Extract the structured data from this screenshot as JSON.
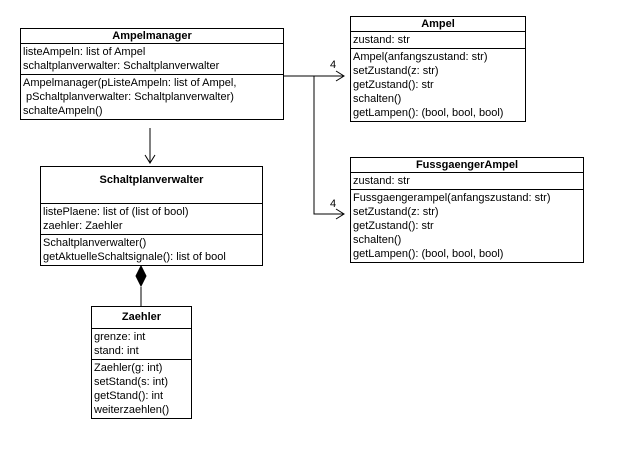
{
  "classes": {
    "ampelmanager": {
      "name": "Ampelmanager",
      "attributes": [
        "listeAmpeln: list of Ampel",
        "schaltplanverwalter: Schaltplanverwalter"
      ],
      "methods": [
        "Ampelmanager(pListeAmpeln: list of Ampel,",
        " pSchaltplanverwalter: Schaltplanverwalter)",
        "schalteAmpeln()"
      ]
    },
    "ampel": {
      "name": "Ampel",
      "attributes": [
        "zustand: str"
      ],
      "methods": [
        "Ampel(anfangszustand: str)",
        "setZustand(z: str)",
        "getZustand(): str",
        "schalten()",
        "getLampen(): (bool, bool, bool)"
      ]
    },
    "fussgaengerampel": {
      "name": "FussgaengerAmpel",
      "attributes": [
        "zustand: str"
      ],
      "methods": [
        "Fussgaengerampel(anfangszustand: str)",
        "setZustand(z: str)",
        "getZustand(): str",
        "schalten()",
        "getLampen(): (bool, bool, bool)"
      ]
    },
    "schaltplanverwalter": {
      "name": "Schaltplanverwalter",
      "attributes": [
        "listePlaene: list of (list of bool)",
        "zaehler: Zaehler"
      ],
      "methods": [
        "Schaltplanverwalter()",
        "getAktuelleSchaltsignale(): list of bool"
      ]
    },
    "zaehler": {
      "name": "Zaehler",
      "attributes": [
        "grenze: int",
        "stand: int"
      ],
      "methods": [
        "Zaehler(g: int)",
        "setStand(s: int)",
        "getStand(): int",
        "weiterzaehlen()"
      ]
    }
  },
  "multiplicities": {
    "to_ampel": "4",
    "to_fussgaengerampel": "4"
  }
}
